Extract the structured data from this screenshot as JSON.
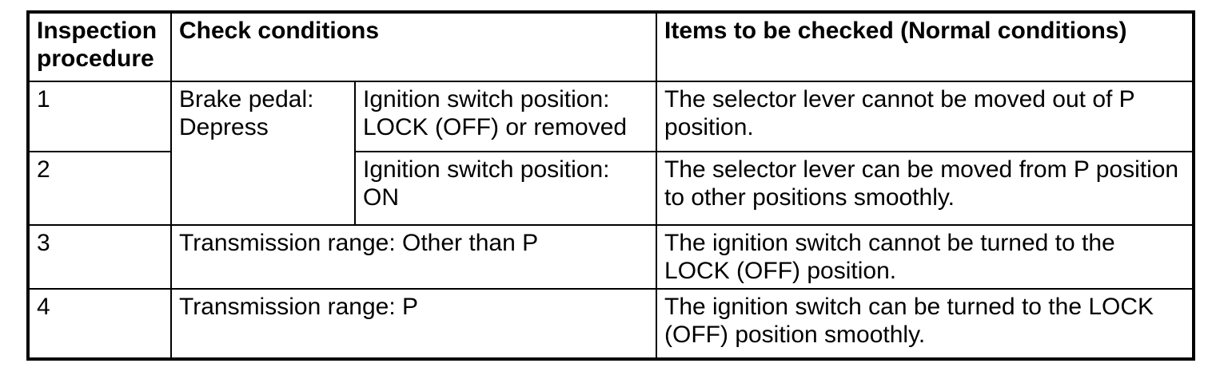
{
  "document": {
    "background_color": "#ffffff",
    "text_color": "#000000",
    "border_color": "#000000"
  },
  "table": {
    "header": {
      "procedure": "Inspection procedure",
      "check_conditions": "Check conditions",
      "items": "Items to be checked (Normal conditions)"
    },
    "rows": [
      {
        "procedure": "1",
        "check_condition_main": "Brake pedal: Depress",
        "check_condition_sub": "Ignition switch position: LOCK (OFF) or removed",
        "items": "The selector lever cannot be moved out of P position."
      },
      {
        "procedure": "2",
        "check_condition_sub": "Ignition switch position: ON",
        "items": "The selector lever can be moved from P position to other positions smoothly."
      },
      {
        "procedure": "3",
        "check_condition": "Transmission range: Other than P",
        "items": "The ignition switch cannot be turned to the LOCK (OFF) position."
      },
      {
        "procedure": "4",
        "check_condition": "Transmission range: P",
        "items": "The ignition switch can be turned to the LOCK (OFF) position smoothly."
      }
    ]
  }
}
